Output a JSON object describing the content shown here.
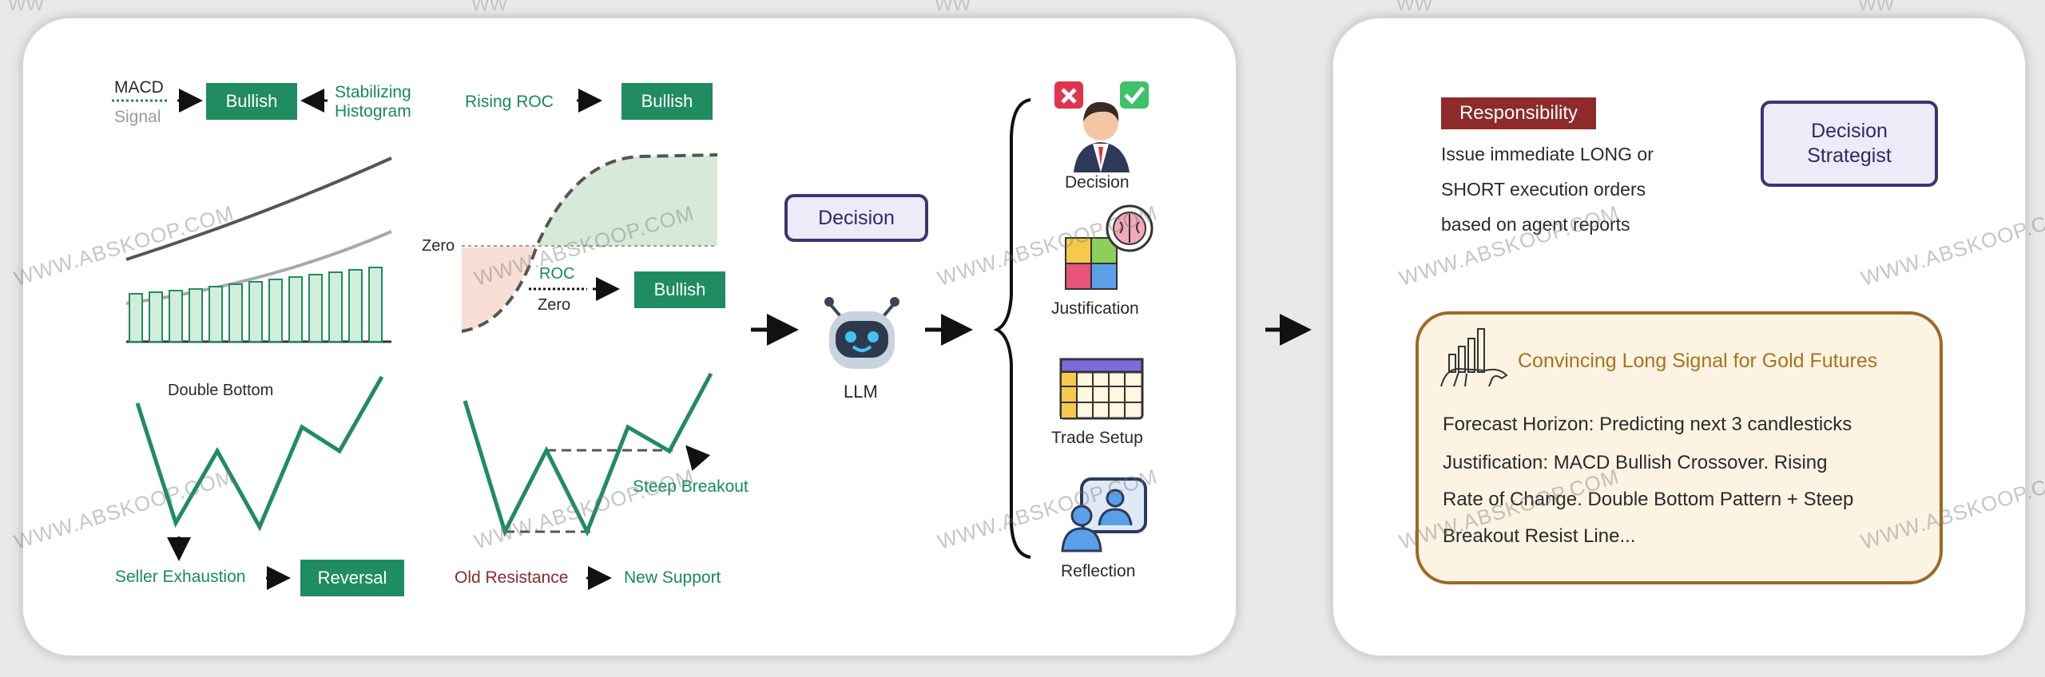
{
  "left": {
    "macd": {
      "line1": "MACD",
      "line2": "Signal",
      "result": "Bullish",
      "histogram_line1": "Stabilizing",
      "histogram_line2": "Histogram"
    },
    "roc": {
      "label": "Rising ROC",
      "result": "Bullish",
      "zero": "Zero",
      "cross_top": "ROC",
      "cross_bottom": "Zero",
      "cross_result": "Bullish"
    },
    "double_bottom": {
      "title": "Double Bottom",
      "seller": "Seller Exhaustion",
      "result": "Reversal"
    },
    "breakout": {
      "label": "Steep Breakout",
      "old": "Old Resistance",
      "new": "New Support"
    },
    "decision_label": "Decision",
    "llm_label": "LLM",
    "outputs": [
      "Decision",
      "Justification",
      "Trade Setup",
      "Reflection"
    ]
  },
  "right": {
    "responsibility_tag": "Responsibility",
    "responsibility_lines": [
      "Issue immediate LONG or",
      "SHORT execution orders",
      "based on agent reports"
    ],
    "role_line1": "Decision",
    "role_line2": "Strategist",
    "signal_title": "Convincing Long Signal for Gold Futures",
    "forecast": "Forecast Horizon: Predicting next 3 candlesticks",
    "justification_lines": [
      "Justification: MACD Bullish Crossover. Rising",
      "Rate of Change. Double Bottom Pattern + Steep",
      "Breakout Resist Line..."
    ]
  },
  "watermark": "WWW.ABSKOOP.COM",
  "colors": {
    "green": "#1f8c62",
    "navy": "#3b3575",
    "gold": "#b07a1a",
    "maroon": "#8b2a2a"
  },
  "icons": [
    "robot-icon",
    "cross-icon",
    "check-icon",
    "person-icon",
    "brain-puzzle-icon",
    "table-icon",
    "reflection-icon",
    "bull-chart-icon"
  ]
}
